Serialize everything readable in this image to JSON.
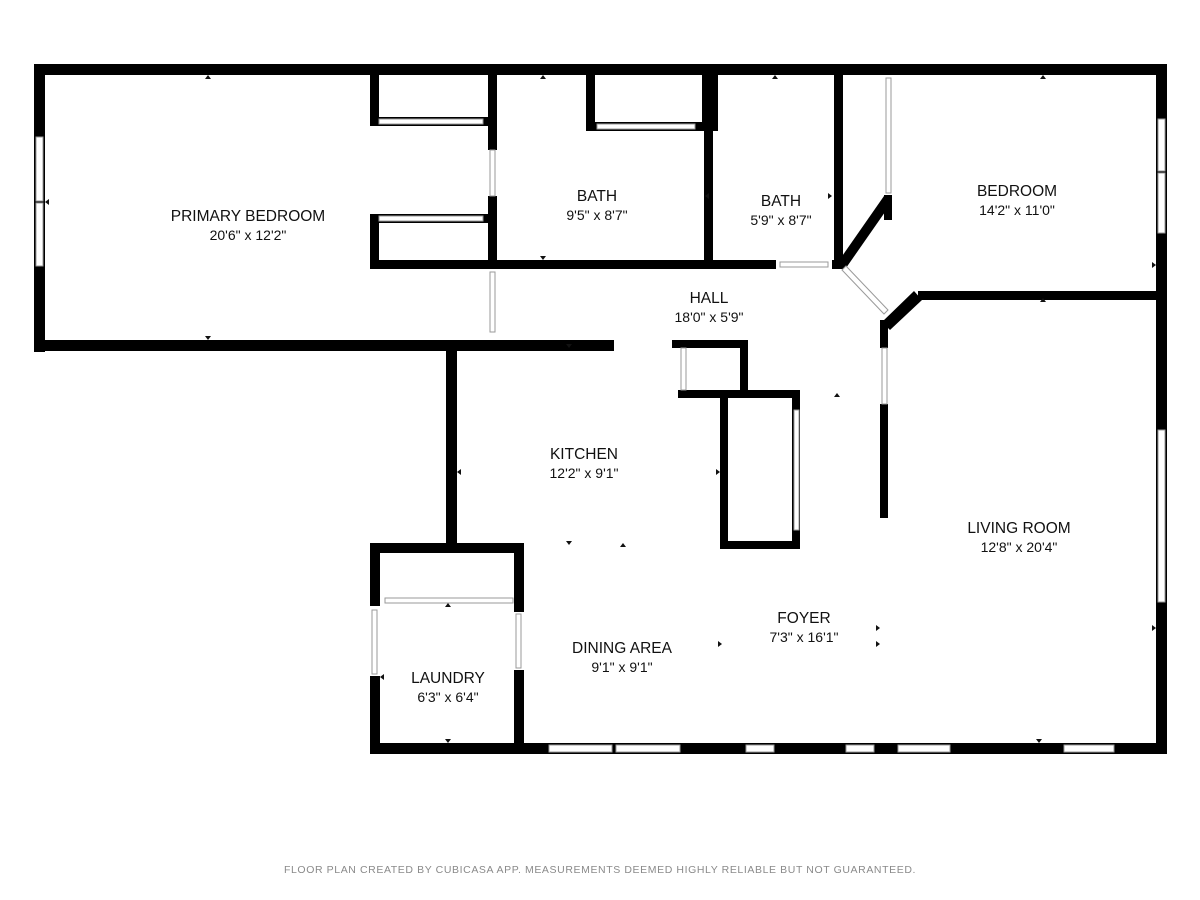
{
  "rooms": [
    {
      "id": "primary-bedroom",
      "name": "PRIMARY BEDROOM",
      "dims": "20'6\" x 12'2\""
    },
    {
      "id": "bath-1",
      "name": "BATH",
      "dims": "9'5\" x 8'7\""
    },
    {
      "id": "bath-2",
      "name": "BATH",
      "dims": "5'9\" x 8'7\""
    },
    {
      "id": "bedroom",
      "name": "BEDROOM",
      "dims": "14'2\" x 11'0\""
    },
    {
      "id": "hall",
      "name": "HALL",
      "dims": "18'0\" x 5'9\""
    },
    {
      "id": "kitchen",
      "name": "KITCHEN",
      "dims": "12'2\" x 9'1\""
    },
    {
      "id": "living-room",
      "name": "LIVING ROOM",
      "dims": "12'8\" x 20'4\""
    },
    {
      "id": "foyer",
      "name": "FOYER",
      "dims": "7'3\" x 16'1\""
    },
    {
      "id": "dining-area",
      "name": "DINING AREA",
      "dims": "9'1\" x 9'1\""
    },
    {
      "id": "laundry",
      "name": "LAUNDRY",
      "dims": "6'3\" x 6'4\""
    }
  ],
  "footer": "FLOOR PLAN CREATED BY CUBICASA APP. MEASUREMENTS DEEMED HIGHLY RELIABLE BUT NOT GUARANTEED.",
  "colors": {
    "wall": "#000000",
    "background": "#ffffff",
    "footer_text": "#8a8a8a"
  }
}
